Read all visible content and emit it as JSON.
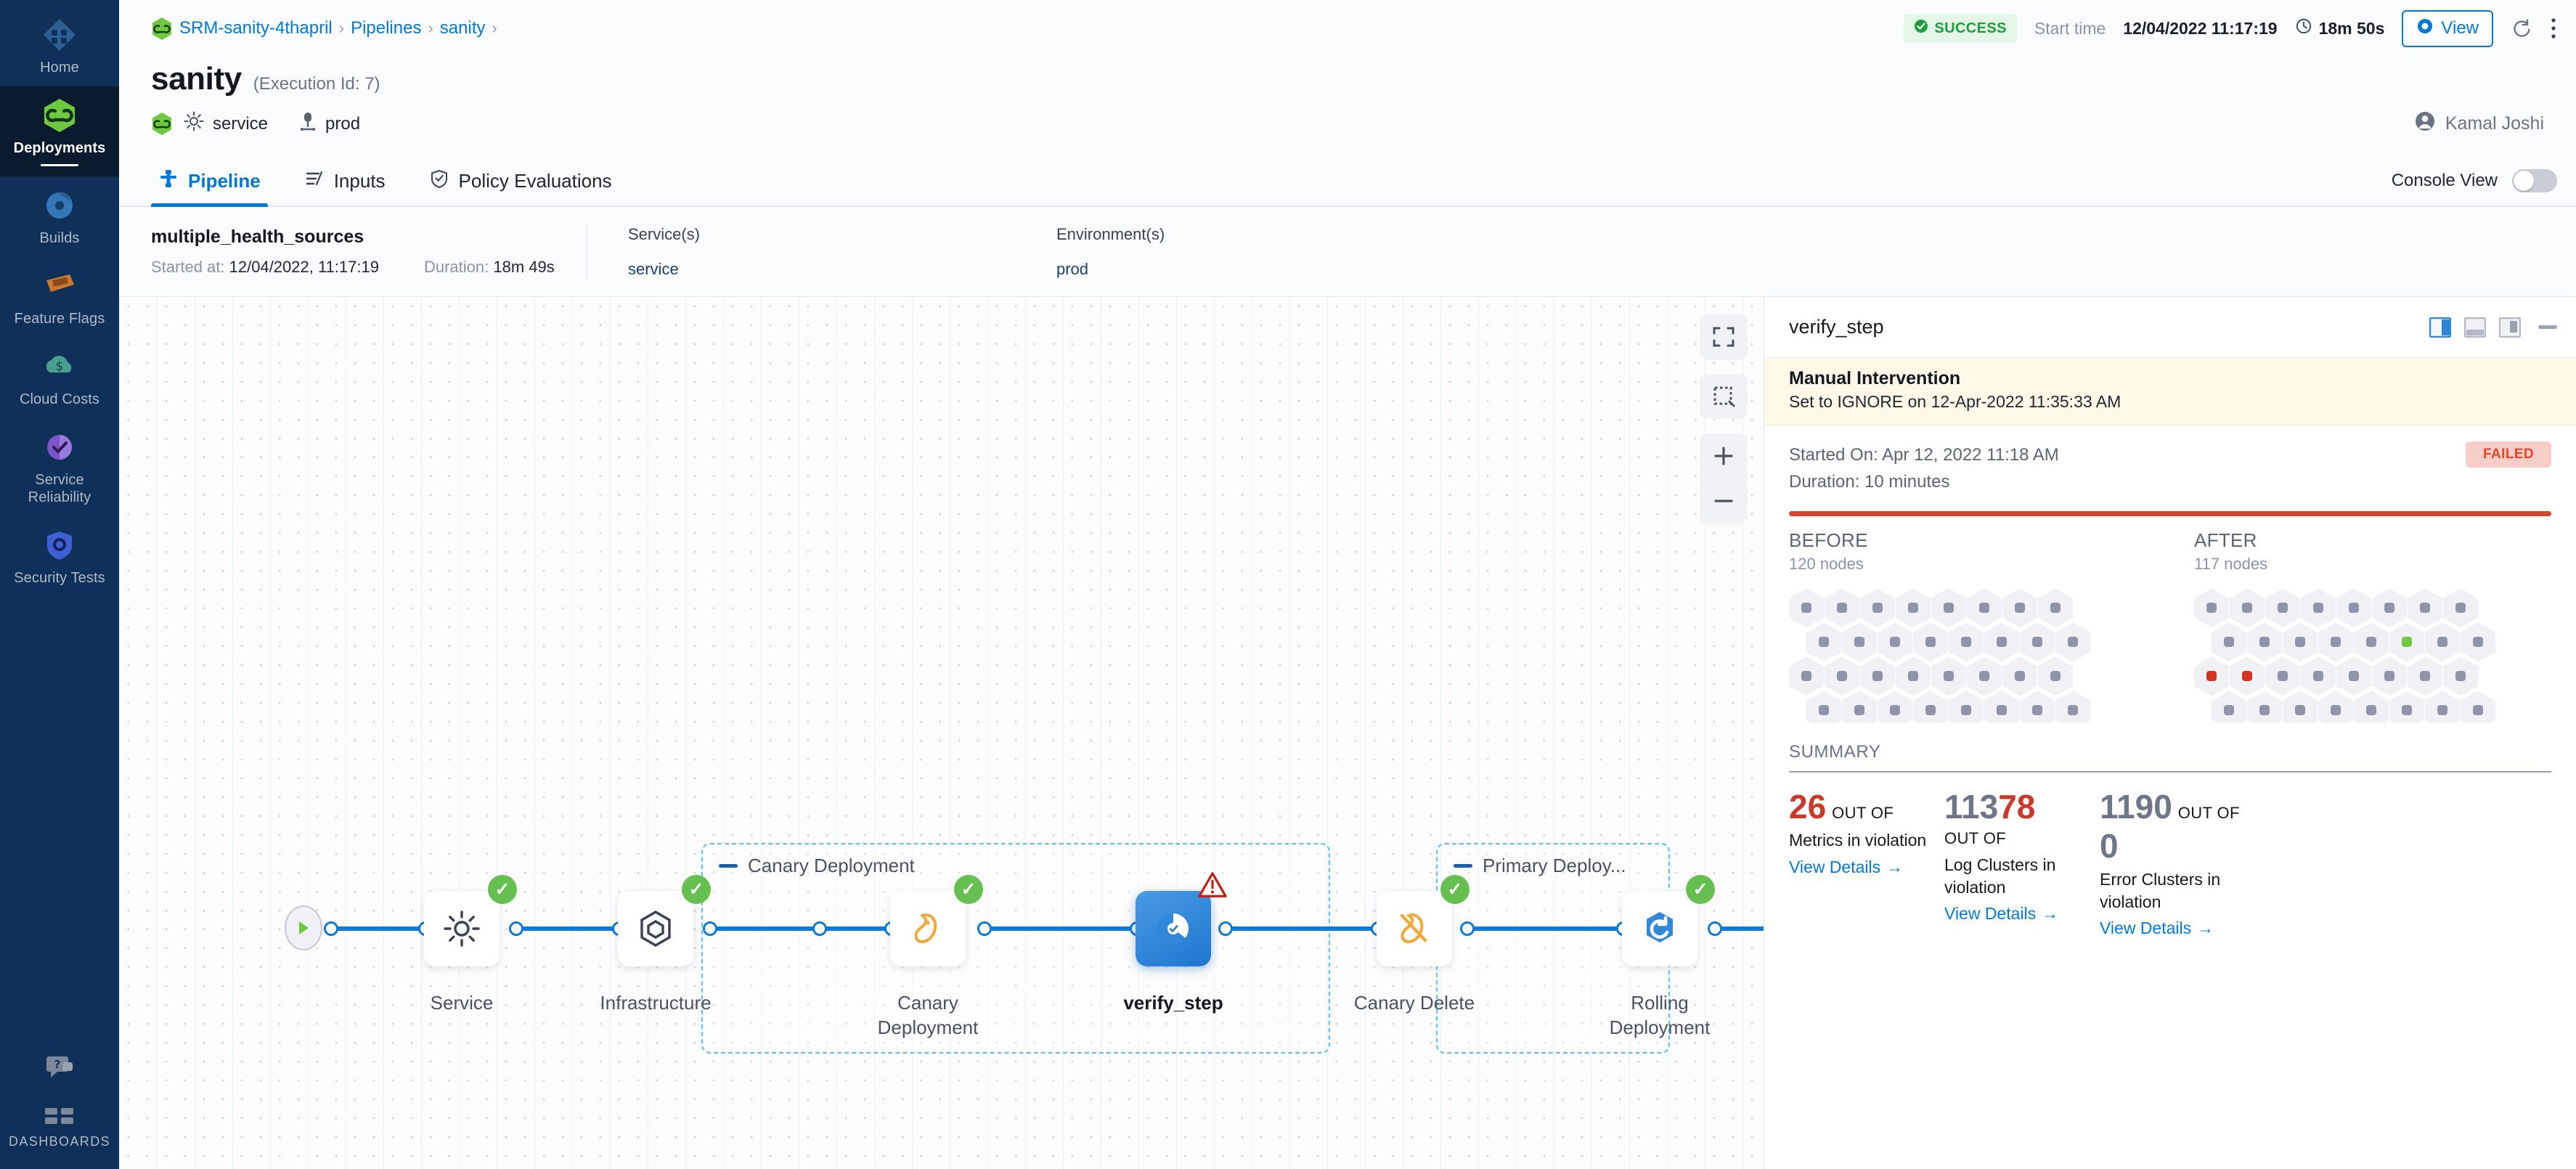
{
  "sidebar": {
    "items": [
      {
        "label": "Home",
        "icon": "home-icon",
        "active": false
      },
      {
        "label": "Deployments",
        "icon": "deployments-icon",
        "active": true
      },
      {
        "label": "Builds",
        "icon": "builds-icon",
        "active": false
      },
      {
        "label": "Feature Flags",
        "icon": "feature-flags-icon",
        "active": false
      },
      {
        "label": "Cloud Costs",
        "icon": "cloud-costs-icon",
        "active": false
      },
      {
        "label": "Service Reliability",
        "icon": "service-reliability-icon",
        "active": false
      },
      {
        "label": "Security Tests",
        "icon": "security-tests-icon",
        "active": false
      }
    ],
    "help_icon": "help-chat-icon",
    "dashboards_label": "DASHBOARDS",
    "dashboards_icon": "dashboards-grid-icon"
  },
  "topbar": {
    "breadcrumbs": [
      {
        "label": "SRM-sanity-4thapril"
      },
      {
        "label": "Pipelines"
      },
      {
        "label": "sanity"
      }
    ],
    "status": "SUCCESS",
    "start_time_label": "Start time",
    "start_time_value": "12/04/2022 11:17:19",
    "duration": "18m 50s",
    "view_label": "View",
    "refresh_icon": "refresh-icon",
    "more_icon": "more-vertical-icon"
  },
  "header": {
    "title": "sanity",
    "execution_id": "(Execution Id: 7)",
    "service": "service",
    "environment": "prod",
    "user": "Kamal Joshi"
  },
  "tabs": [
    {
      "label": "Pipeline",
      "icon": "pipeline-icon",
      "active": true
    },
    {
      "label": "Inputs",
      "icon": "inputs-icon",
      "active": false
    },
    {
      "label": "Policy Evaluations",
      "icon": "policy-shield-icon",
      "active": false
    }
  ],
  "console_view": {
    "label": "Console View",
    "enabled": false
  },
  "execution": {
    "name": "multiple_health_sources",
    "started_at_label": "Started at:",
    "started_at_value": "12/04/2022, 11:17:19",
    "duration_label": "Duration:",
    "duration_value": "18m 49s",
    "services_header": "Service(s)",
    "services_value": "service",
    "environments_header": "Environment(s)",
    "environments_value": "prod"
  },
  "graph": {
    "groups": [
      {
        "label": "Canary Deployment"
      },
      {
        "label": "Primary Deploy..."
      }
    ],
    "nodes": [
      {
        "label": "Service",
        "icon": "gear-icon",
        "status": "success"
      },
      {
        "label": "Infrastructure",
        "icon": "infrastructure-hex-icon",
        "status": "success"
      },
      {
        "label": "Canary Deployment",
        "icon": "canary-bird-icon",
        "status": "success"
      },
      {
        "label": "verify_step",
        "icon": "verify-target-icon",
        "status": "warning",
        "selected": true
      },
      {
        "label": "Canary Delete",
        "icon": "canary-delete-icon",
        "status": "success"
      },
      {
        "label": "Rolling Deployment",
        "icon": "rolling-deploy-icon",
        "status": "success"
      }
    ],
    "tools": [
      {
        "icon": "fit-screen-icon"
      },
      {
        "icon": "select-area-icon"
      },
      {
        "icon": "zoom-in-icon"
      },
      {
        "icon": "zoom-out-icon"
      }
    ]
  },
  "details_panel": {
    "title": "verify_step",
    "view_modes": [
      {
        "icon": "split-right-view-icon",
        "active": true
      },
      {
        "icon": "split-bottom-view-icon",
        "active": false
      },
      {
        "icon": "float-view-icon",
        "active": false
      }
    ],
    "minimize_icon": "minimize-icon",
    "manual_intervention": {
      "title": "Manual Intervention",
      "subtitle": "Set to IGNORE on 12-Apr-2022 11:35:33 AM"
    },
    "started_on": "Started On: Apr 12, 2022 11:18 AM",
    "duration": "Duration: 10 minutes",
    "status": "FAILED",
    "before": {
      "header": "BEFORE",
      "nodes": "120 nodes"
    },
    "after": {
      "header": "AFTER",
      "nodes": "117 nodes"
    },
    "summary_header": "SUMMARY",
    "summary_cards": [
      {
        "num_primary": "26",
        "num_primary_color": "red",
        "num_secondary": "",
        "out_of": "OUT OF",
        "description": "Metrics in violation",
        "link": "View Details"
      },
      {
        "num_primary": "113",
        "num_primary_color": "gray",
        "num_secondary": "78",
        "out_of": "OUT OF",
        "description": "Log Clusters in violation",
        "link": "View Details"
      },
      {
        "num_primary": "1190",
        "num_primary_color": "gray",
        "num_secondary": "",
        "out_of": "OUT OF",
        "out_of_value": "0",
        "description": "Error Clusters in violation",
        "link": "View Details"
      }
    ]
  },
  "colors": {
    "brand_blue": "#0278d5",
    "success_green": "#65c04f",
    "failed_red": "#d3462f",
    "nav_bg": "#0f3059"
  }
}
